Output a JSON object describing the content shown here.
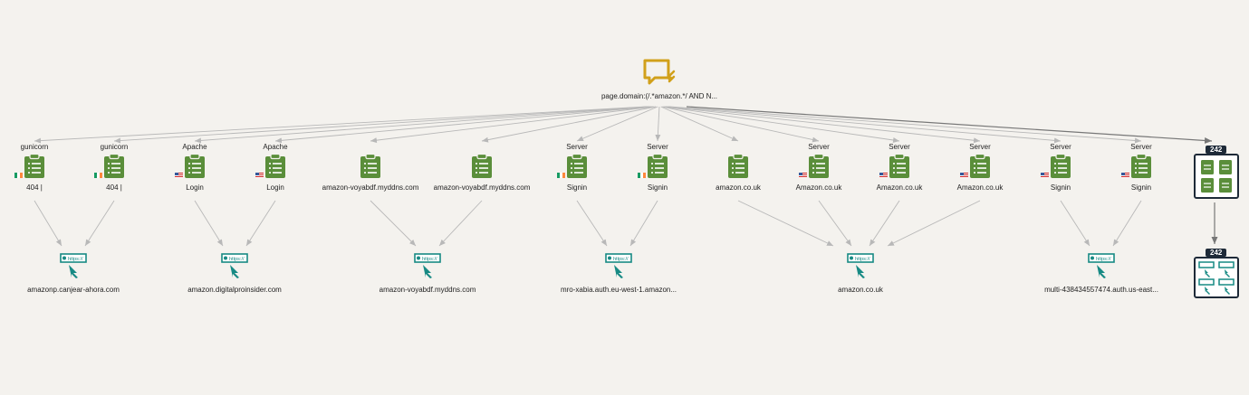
{
  "query": {
    "label": "page.domain:(/.*amazon.*/ AND N...",
    "icon": "chat-bubble-icon",
    "color": "#d1a01a"
  },
  "page_nodes": [
    {
      "id": "p1",
      "top": "gunicorn",
      "bottom": "404 |",
      "flag": "ie",
      "target": "u1"
    },
    {
      "id": "p2",
      "top": "gunicorn",
      "bottom": "404 |",
      "flag": "ie",
      "target": "u1"
    },
    {
      "id": "p3",
      "top": "Apache",
      "bottom": "Login",
      "flag": "us",
      "target": "u2"
    },
    {
      "id": "p4",
      "top": "Apache",
      "bottom": "Login",
      "flag": "us",
      "target": "u2"
    },
    {
      "id": "p5",
      "top": "",
      "bottom": "amazon-voyabdf.myddns.com",
      "flag": "",
      "target": "u3"
    },
    {
      "id": "p6",
      "top": "",
      "bottom": "amazon-voyabdf.myddns.com",
      "flag": "",
      "target": "u3"
    },
    {
      "id": "p7",
      "top": "Server",
      "bottom": "Signin",
      "flag": "ie",
      "target": "u4"
    },
    {
      "id": "p8",
      "top": "Server",
      "bottom": "Signin",
      "flag": "ie",
      "target": "u4"
    },
    {
      "id": "p9",
      "top": "",
      "bottom": "amazon.co.uk",
      "flag": "",
      "target": "u5"
    },
    {
      "id": "p10",
      "top": "Server",
      "bottom": "Amazon.co.uk",
      "flag": "us",
      "target": "u5"
    },
    {
      "id": "p11",
      "top": "Server",
      "bottom": "Amazon.co.uk",
      "flag": "us",
      "target": "u5"
    },
    {
      "id": "p12",
      "top": "Server",
      "bottom": "Amazon.co.uk",
      "flag": "us",
      "target": "u5"
    },
    {
      "id": "p13",
      "top": "Server",
      "bottom": "Signin",
      "flag": "us",
      "target": "u6"
    },
    {
      "id": "p14",
      "top": "Server",
      "bottom": "Signin",
      "flag": "us",
      "target": "u6"
    }
  ],
  "url_nodes": [
    {
      "id": "u1",
      "label": "amazonp.canjear-ahora.com"
    },
    {
      "id": "u2",
      "label": "amazon.digitalproinsider.com"
    },
    {
      "id": "u3",
      "label": "amazon-voyabdf.myddns.com"
    },
    {
      "id": "u4",
      "label": "mro-xabia.auth.eu-west-1.amazon..."
    },
    {
      "id": "u5",
      "label": "amazon.co.uk"
    },
    {
      "id": "u6",
      "label": "multi-438434557474.auth.us-east..."
    }
  ],
  "group_pages": {
    "count": "242",
    "icon": "page-group-icon"
  },
  "group_urls": {
    "count": "242",
    "icon": "url-group-icon"
  },
  "url_icon_text": "https://",
  "colors": {
    "page": "#5a8e3a",
    "url": "#178a84",
    "edge": "#b8b8b8",
    "group": "#1e2a38"
  }
}
